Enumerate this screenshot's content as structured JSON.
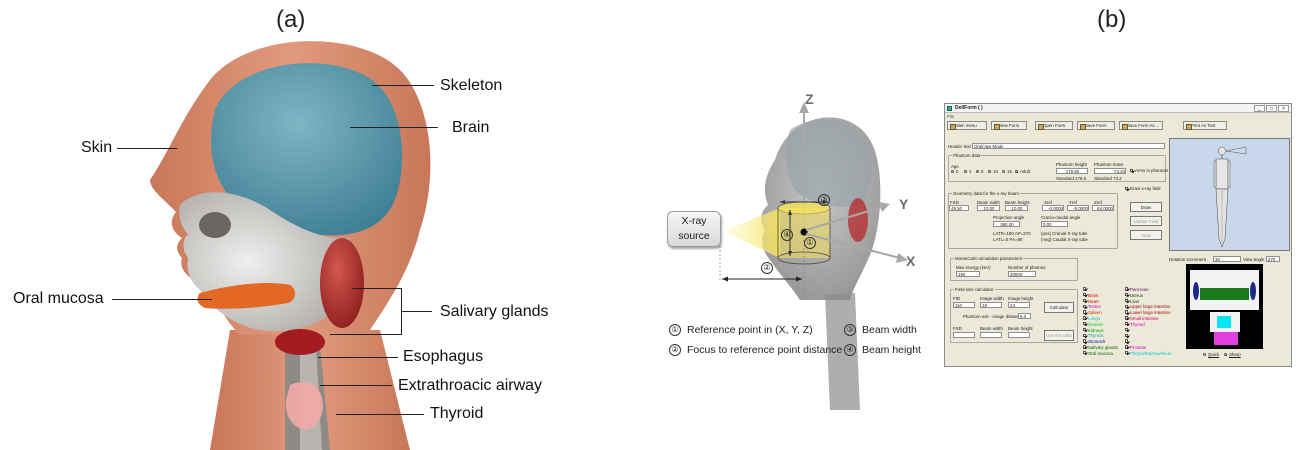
{
  "panel_a": {
    "label": "(a)",
    "labels": {
      "skeleton": "Skeleton",
      "brain": "Brain",
      "skin": "Skin",
      "oral_mucosa": "Oral mucosa",
      "salivary_glands": "Salivary glands",
      "esophagus": "Esophagus",
      "airway": "Extrathroacic airway",
      "thyroid": "Thyroid"
    }
  },
  "panel_geometry": {
    "axes": {
      "z": "Z",
      "y": "Y",
      "x": "X"
    },
    "xray_source_line1": "X-ray",
    "xray_source_line2": "source",
    "markers": [
      "①",
      "②",
      "③",
      "④"
    ],
    "legend": [
      {
        "num": "①",
        "text": "Reference point in (X, Y, Z)"
      },
      {
        "num": "②",
        "text": "Focus to reference point distance"
      },
      {
        "num": "③",
        "text": "Beam width"
      },
      {
        "num": "④",
        "text": "Beam height"
      }
    ]
  },
  "panel_b": {
    "label": "(b)",
    "window": {
      "title": "DellForm ( )",
      "menu": "File",
      "toolbar": {
        "main_menu": "Main menu",
        "new_form": "New Form",
        "open_form": "Open Form",
        "save_form": "Save Form",
        "save_form_as": "Save Form As ...",
        "print_as_text": "Print As Text"
      },
      "header_text_label": "Header text",
      "header_text_value": "Oral/Jaw Mode",
      "phantom_data": {
        "group_title": "Phantom data",
        "age_label": "Age",
        "ages": [
          "0",
          "1",
          "5",
          "10",
          "15",
          "Adult"
        ],
        "selected_age": "Adult",
        "height_label": "Phantom height",
        "height_value": "178.60",
        "height_standard": "Standard 178.6",
        "mass_label": "Phantom mass",
        "mass_value": "73.20",
        "mass_standard": "Standard 73.2",
        "arms_label": "Arms in phantom",
        "draw_field_label": "Draw x-ray field"
      },
      "geometry": {
        "group_title": "Geometry data for the x-ray beam",
        "fsd_label": "FSD",
        "fsd_value": "49.50",
        "beam_width_label": "Beam width",
        "beam_width_value": "10.00",
        "beam_height_label": "Beam height",
        "beam_height_value": "10.00",
        "xref_label": "Xref",
        "xref_value": "-0.0000",
        "yref_label": "Yref",
        "yref_value": "-5.0000",
        "zref_label": "Zref",
        "zref_value": "84.0000",
        "proj_angle_label": "Projection angle",
        "proj_angle_value": "360.00",
        "cranio_label": "Cranio-caudal angle",
        "cranio_value": "0.00",
        "lat_note1": "LATR=180  AP=270",
        "lat_note2": "LATL=0     PA=90",
        "pos_note1": "(pos) Cranial X-ray tube",
        "pos_note2": "(neg) Caudal X-ray tube"
      },
      "buttons": {
        "draw": "Draw",
        "update_field": "Update Field",
        "view": "View",
        "calculate": "Calculate",
        "use_data": "Use this data"
      },
      "montecarlo": {
        "group_title": "MonteCarlo simulation parameters",
        "energy_label": "Max energy (keV)",
        "energy_value": "150",
        "photons_label": "Number of photons",
        "photons_value": "20000"
      },
      "field_calc": {
        "group_title": "Field size calculator",
        "fid_label": "FID",
        "fid_value": "110",
        "img_width_label": "Image width",
        "img_width_value": "18",
        "img_height_label": "Image height",
        "img_height_value": "24",
        "dist_label": "Phantom exit - image distance",
        "dist_value": "5.0",
        "fsd_label": "FSD",
        "beam_width_label": "Beam width",
        "beam_height_label": "Beam height"
      },
      "organs_col1": [
        {
          "name": "",
          "color": "#000000"
        },
        {
          "name": "Brain",
          "color": "#d40000"
        },
        {
          "name": "Heart",
          "color": "#cc0000"
        },
        {
          "name": "Testes",
          "color": "#cc00cc"
        },
        {
          "name": "Spleen",
          "color": "#cc3300"
        },
        {
          "name": "Lungs",
          "color": "#00cccc"
        },
        {
          "name": "Ovaries",
          "color": "#00cc33"
        },
        {
          "name": "Kidneys",
          "color": "#009900"
        },
        {
          "name": "Thymus",
          "color": "#00aaaa"
        },
        {
          "name": "Stomach",
          "color": "#0000aa"
        },
        {
          "name": "Salivary glands",
          "color": "#006600"
        },
        {
          "name": "Oral mucosa",
          "color": "#006600"
        }
      ],
      "organs_col2": [
        {
          "name": "Pancreas",
          "color": "#660066"
        },
        {
          "name": "Uterus",
          "color": "#004400"
        },
        {
          "name": "Liver",
          "color": "#003300"
        },
        {
          "name": "Upper large intestine",
          "color": "#990000"
        },
        {
          "name": "Lower large intestine",
          "color": "#990000"
        },
        {
          "name": "Small intestine",
          "color": "#cc0066"
        },
        {
          "name": "Thyroid",
          "color": "#cc00cc"
        },
        {
          "name": "",
          "color": "#dddd00"
        },
        {
          "name": "",
          "color": "#dddd00"
        },
        {
          "name": "",
          "color": "#dddd00"
        },
        {
          "name": "Prostate",
          "color": "#cc00cc"
        },
        {
          "name": "Phrynx/trachea/sinus",
          "color": "#00cccc"
        }
      ],
      "rotation_label": "Rotation increment",
      "rotation_value": "30",
      "view_angle_label": "View angle",
      "view_angle_value": "270",
      "render_quick": "Quick",
      "render_sharp": "Sharp"
    }
  }
}
